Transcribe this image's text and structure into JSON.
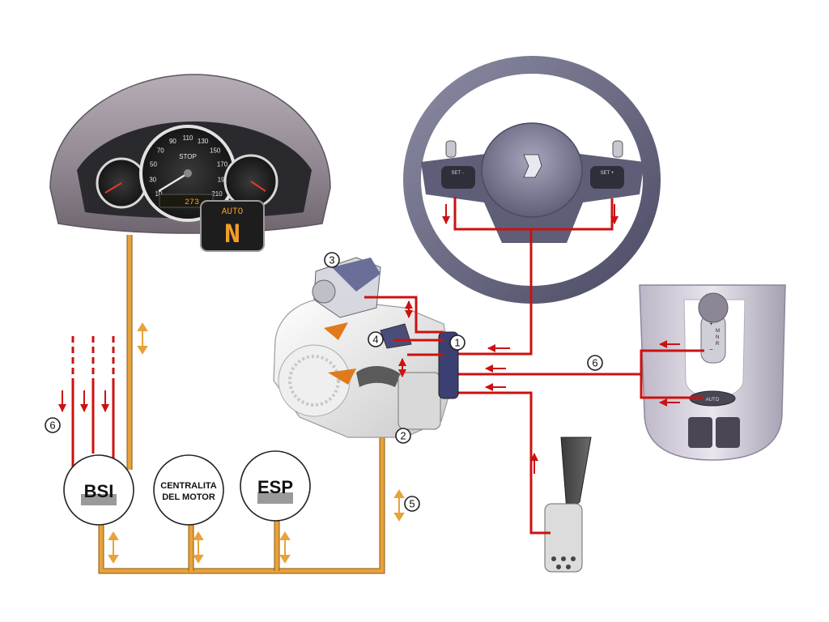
{
  "callouts": {
    "n1": "1",
    "n2": "2",
    "n3": "3",
    "n4": "4",
    "n5": "5",
    "n6_left": "6",
    "n6_right": "6"
  },
  "ecus": {
    "bsi": "BSI",
    "engine_line1": "CENTRALITA",
    "engine_line2": "DEL MOTOR",
    "esp": "ESP"
  },
  "cluster": {
    "display_mode": "AUTO",
    "display_gear": "N",
    "odometer": "273",
    "speed_ticks": [
      "10",
      "30",
      "50",
      "70",
      "90",
      "110",
      "130",
      "150",
      "170",
      "190",
      "210"
    ],
    "stop_label": "STOP"
  },
  "steering": {
    "left_paddle_label": "SET -",
    "right_paddle_label": "SET +"
  },
  "shifter": {
    "button_label": "AUTO",
    "pattern": [
      "+",
      "M",
      "N",
      "R",
      "−"
    ]
  },
  "colors": {
    "signal_line": "#cc1111",
    "can_bus": "#e8a23a",
    "bus_arrow": "#e8a23a"
  }
}
